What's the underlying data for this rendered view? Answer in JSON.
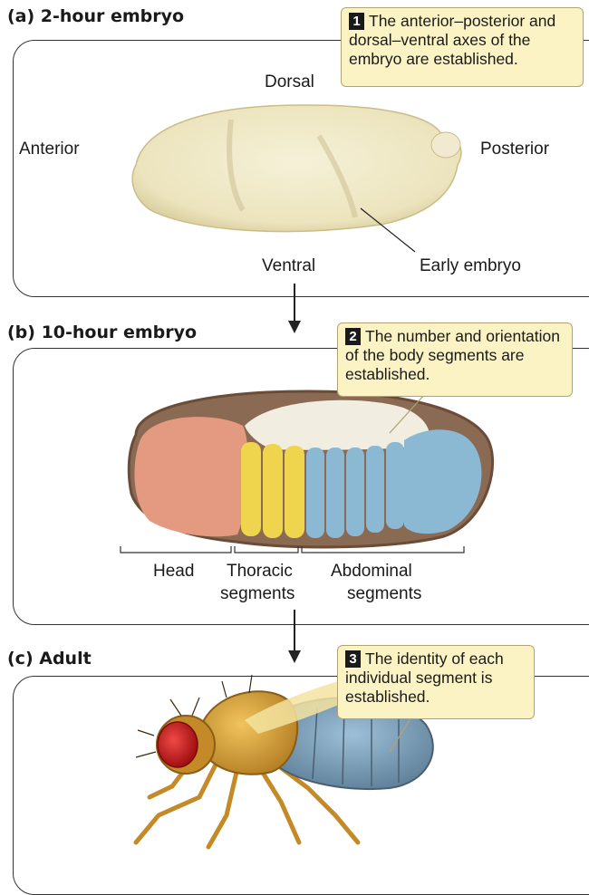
{
  "panels": {
    "a": {
      "title": "(a)  2-hour embryo",
      "callout_num": "1",
      "callout_text": "The anterior–posterior and dorsal–ventral axes of the embryo are established.",
      "labels": {
        "dorsal": "Dorsal",
        "anterior": "Anterior",
        "posterior": "Posterior",
        "ventral": "Ventral",
        "early_embryo": "Early embryo"
      }
    },
    "b": {
      "title": "(b)  10-hour embryo",
      "callout_num": "2",
      "callout_text": "The number and orientation of the body segments are established.",
      "labels": {
        "head": "Head",
        "thoracic": "Thoracic",
        "thoracic2": "segments",
        "abdominal": "Abdominal",
        "abdominal2": "segments"
      }
    },
    "c": {
      "title": "(c)  Adult",
      "callout_num": "3",
      "callout_text": "The identity of each individual segment is established."
    }
  },
  "colors": {
    "callout_bg": "#fbf3c4",
    "embryo": "#efe8c6",
    "head": "#e49a80",
    "thoracic": "#efd44e",
    "abdominal": "#8bb8d3",
    "fly_body": "#d9a23a",
    "fly_eye": "#d62828"
  }
}
